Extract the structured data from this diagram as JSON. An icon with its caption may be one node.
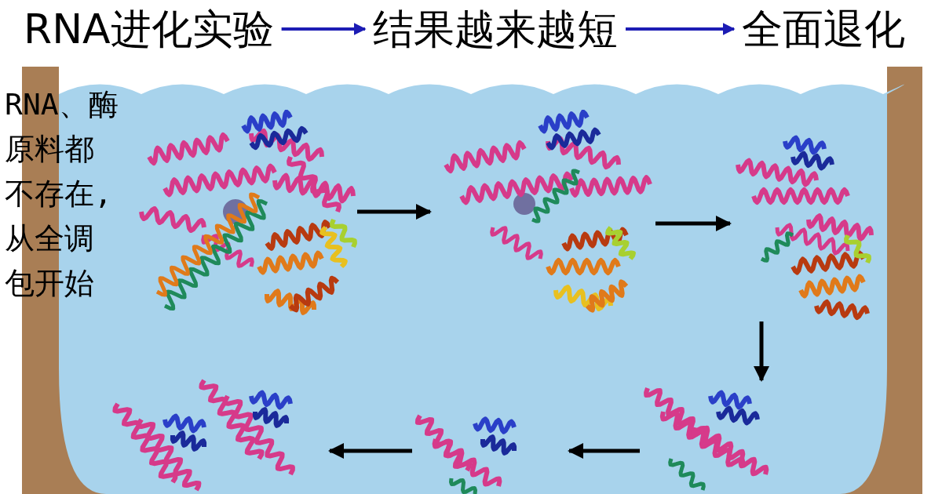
{
  "diagram": {
    "nodes": [
      {
        "text": [
          "RNA进化实验"
        ]
      },
      {
        "text": [
          "结果越来越短"
        ]
      },
      {
        "text": [
          "全面退化"
        ]
      },
      {
        "text": [],
        "shape": "picture"
      },
      {
        "text": [],
        "shape": "picture"
      },
      {
        "text": [],
        "shape": "picture"
      },
      {
        "text": [],
        "shape": "picture"
      },
      {
        "text": [],
        "shape": "picture"
      },
      {
        "text": [],
        "shape": "picture"
      }
    ],
    "edges": [
      {
        "from": 0,
        "to": 1,
        "arrow": "to",
        "color": "#1c1cb4"
      },
      {
        "from": 1,
        "to": 2,
        "arrow": "to",
        "color": "#1c1cb4"
      },
      {
        "from": 3,
        "to": 4,
        "arrow": "to"
      },
      {
        "from": 4,
        "to": 5,
        "arrow": "to"
      },
      {
        "from": 5,
        "to": 6,
        "arrow": "to"
      },
      {
        "from": 6,
        "to": 7,
        "arrow": "to"
      },
      {
        "from": 7,
        "to": 8,
        "arrow": "to"
      }
    ],
    "labels": [
      "RNA、酶原料都不存在,从全调包开始"
    ]
  }
}
